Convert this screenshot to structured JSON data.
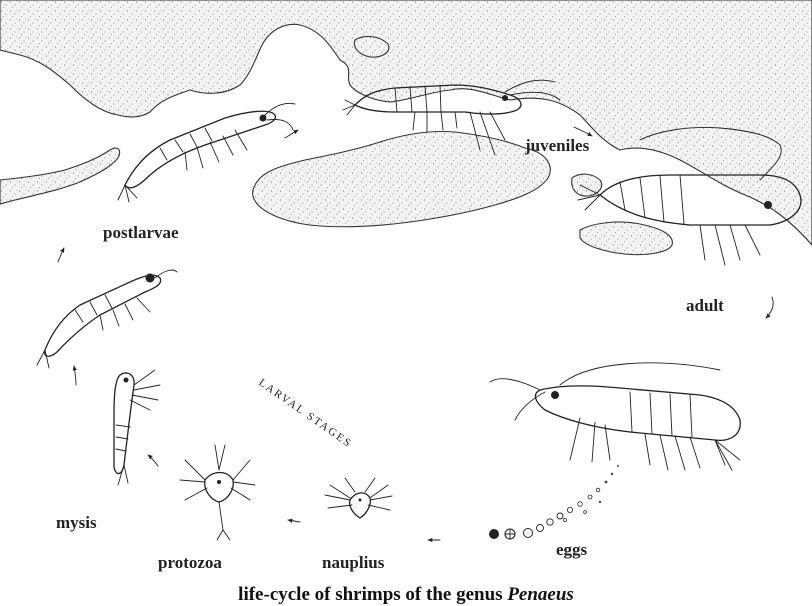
{
  "labels": {
    "juveniles": "juveniles",
    "postlarvae": "postlarvae",
    "adult": "adult",
    "eggs": "eggs",
    "nauplius": "nauplius",
    "protozoa": "protozoa",
    "mysis": "mysis",
    "larval_stages": "LARVAL STAGES"
  },
  "caption": {
    "prefix": "life-cycle of shrimps of the genus ",
    "genus": "Penaeus"
  }
}
